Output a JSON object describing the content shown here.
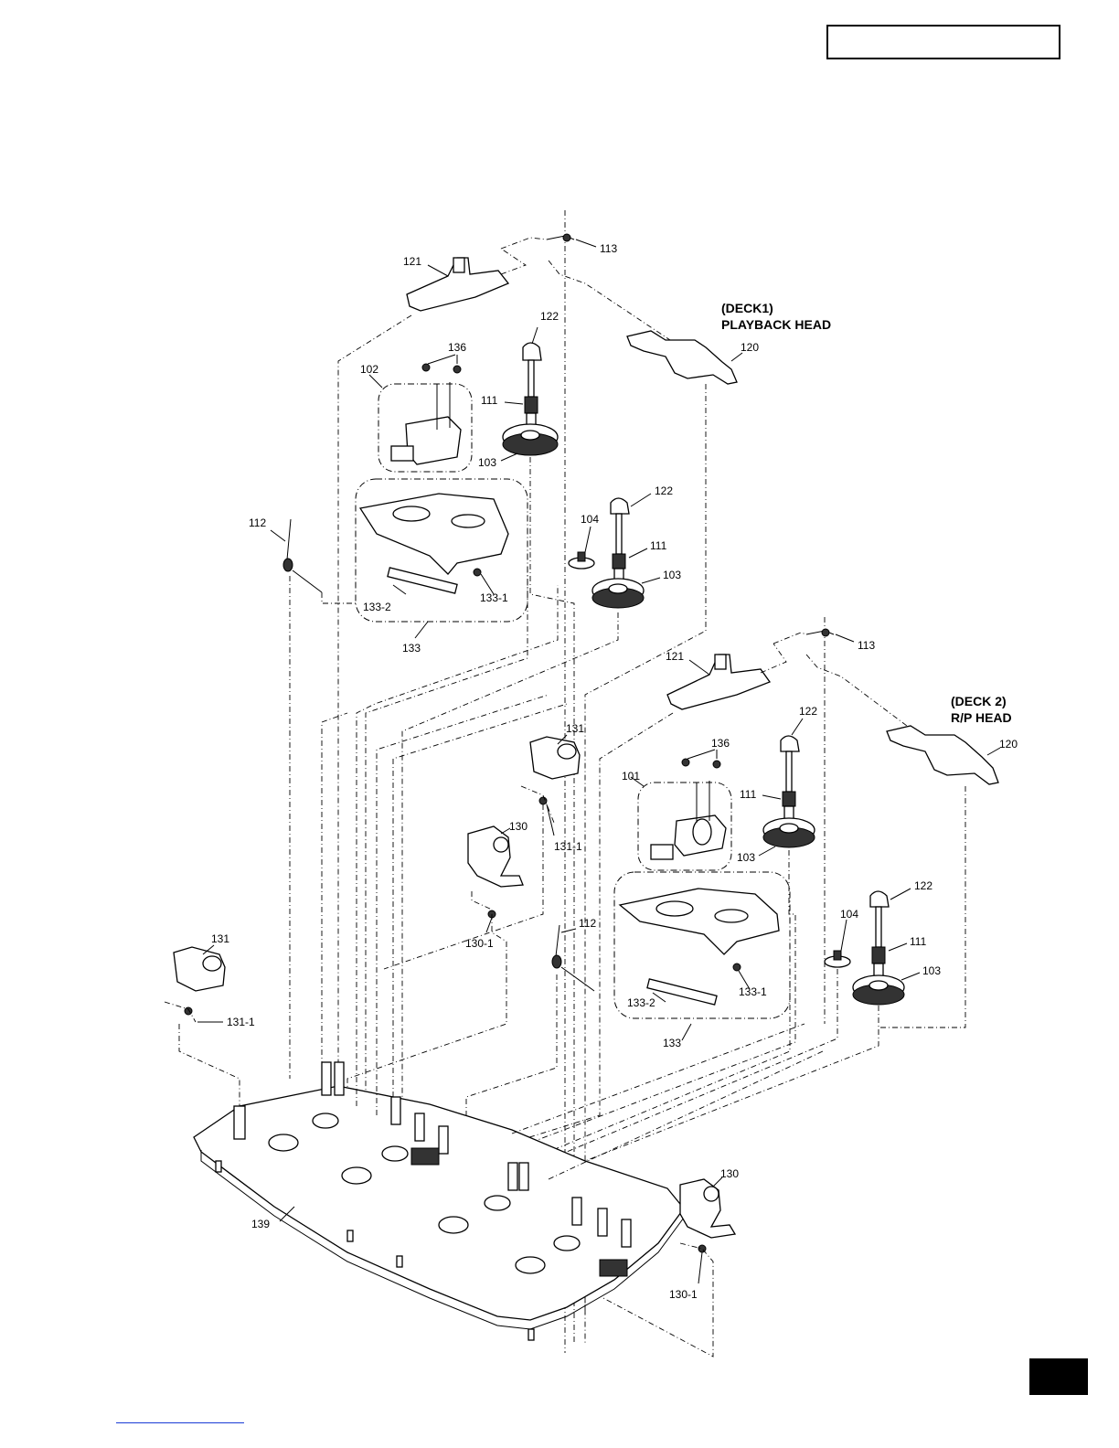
{
  "deck1": {
    "line1": "(DECK1)",
    "line2": "PLAYBACK HEAD"
  },
  "deck2": {
    "line1": "(DECK 2)",
    "line2": "R/P HEAD"
  },
  "labels": {
    "l113a": "113",
    "l121a": "121",
    "l122a": "122",
    "l120a": "120",
    "l136a": "136",
    "l102": "102",
    "l111a": "111",
    "l103a": "103",
    "l112a": "112",
    "l104a": "104",
    "l122b": "122",
    "l111b": "111",
    "l103b": "103",
    "l133_2a": "133-2",
    "l133_1a": "133-1",
    "l133a": "133",
    "l113b": "113",
    "l121b": "121",
    "l122c": "122",
    "l120b": "120",
    "l131a": "131",
    "l131_1a": "131-1",
    "l136b": "136",
    "l101": "101",
    "l111c": "111",
    "l103c": "103",
    "l130a": "130",
    "l130_1a": "130-1",
    "l112b": "112",
    "l104b": "104",
    "l122d": "122",
    "l111d": "111",
    "l103d": "103",
    "l133_2b": "133-2",
    "l133_1b": "133-1",
    "l133b": "133",
    "l131b": "131",
    "l131_1b": "131-1",
    "l139": "139",
    "l130b": "130",
    "l130_1b": "130-1"
  }
}
